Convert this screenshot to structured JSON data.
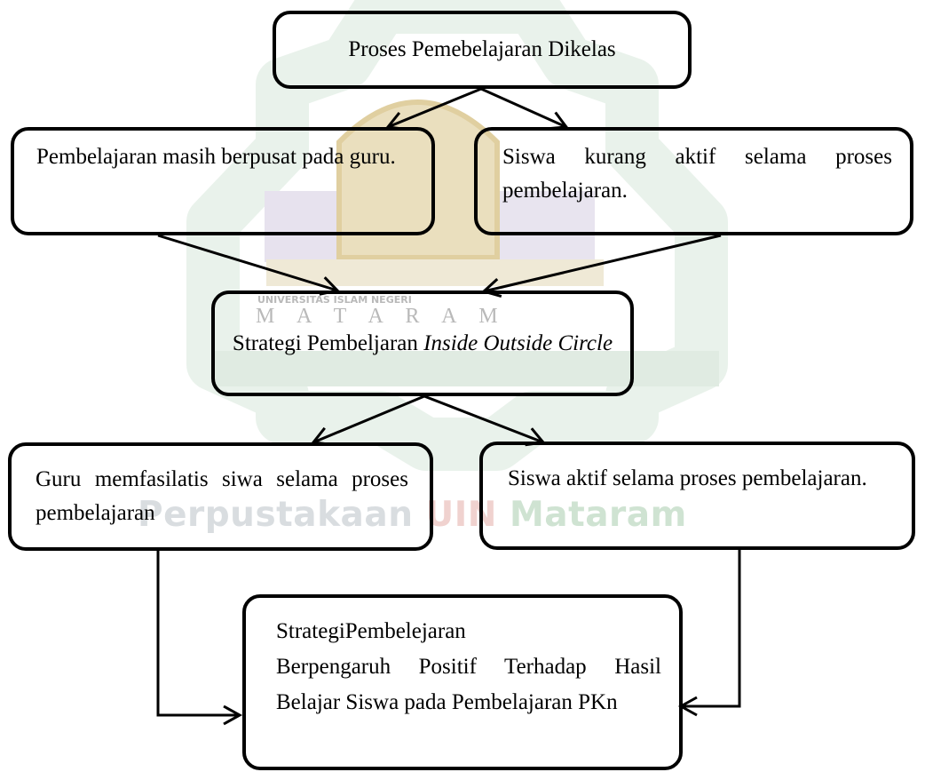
{
  "watermark": {
    "library_word": "Perpustakaan",
    "institution_word": "UIN",
    "city_word": "Mataram",
    "university_line": "UNIVERSITAS ISLAM NEGERI",
    "city_caps": "M A T A R A M",
    "colors": {
      "gold": "#c9ba88",
      "purple": "#7d7a9c",
      "green": "#7cab83",
      "red": "#d26a62"
    }
  },
  "nodes": {
    "top": "Proses Pemebelajaran Dikelas",
    "left_problem": "Pembelajaran masih berpusat pada guru.",
    "right_problem": "Siswa kurang aktif selama proses pembelajaran.",
    "strategy_prefix": "Strategi Pembeljaran ",
    "strategy_italic": "Inside Outside Circle",
    "left_result": "Guru memfasilatis siwa selama proses pembelajaran",
    "right_result": "Siswa aktif selama proses pembelajaran.",
    "conclusion_line1": "StrategiPembelejaran",
    "conclusion_rest": "Berpengaruh Positif Terhadap Hasil Belajar Siswa pada Pembelajaran PKn"
  }
}
